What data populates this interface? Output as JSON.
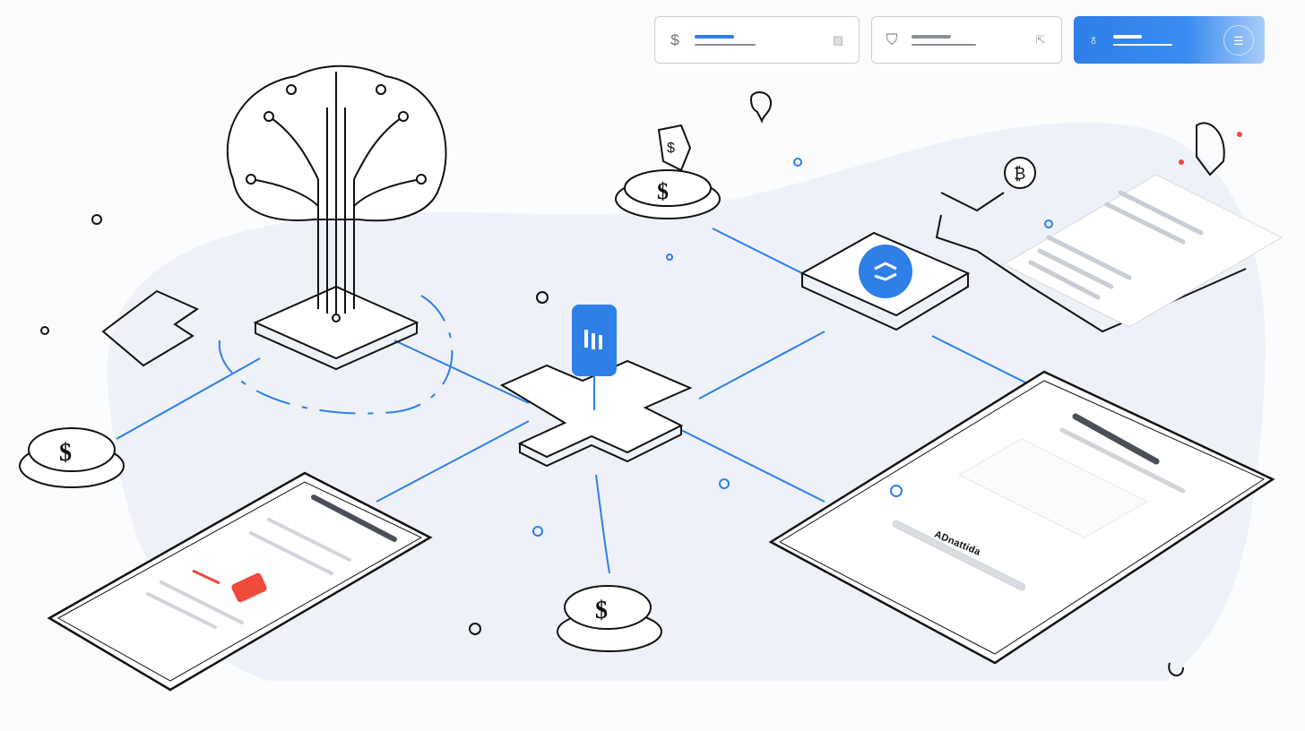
{
  "top_cards": [
    {
      "id": "card-1",
      "icon": "dollar-icon",
      "glyph": "$",
      "action_icon": "image-icon",
      "action_glyph": "▨",
      "active": false
    },
    {
      "id": "card-2",
      "icon": "shield-icon",
      "glyph": "⛉",
      "action_icon": "export-icon",
      "action_glyph": "⇱",
      "active": false
    },
    {
      "id": "card-3",
      "icon": "sync-icon",
      "glyph": "♁",
      "action_icon": "document-icon",
      "action_glyph": "☰",
      "active": true
    }
  ],
  "illustration": {
    "central_node": {
      "icon": "bar-chart-icon",
      "glyph": "lll"
    },
    "brain_tree": "brain-circuit-icon",
    "hub_icon": "transfer-icon",
    "coins": [
      "coin-stack-top",
      "coin-stack-left",
      "coin-stack-bottom"
    ],
    "tablet_label": "ADnattida",
    "colors": {
      "accent": "#2e7fe6",
      "line": "#111111",
      "background_blob": "#eef1f7",
      "alert_red": "#ef4a3c"
    }
  }
}
